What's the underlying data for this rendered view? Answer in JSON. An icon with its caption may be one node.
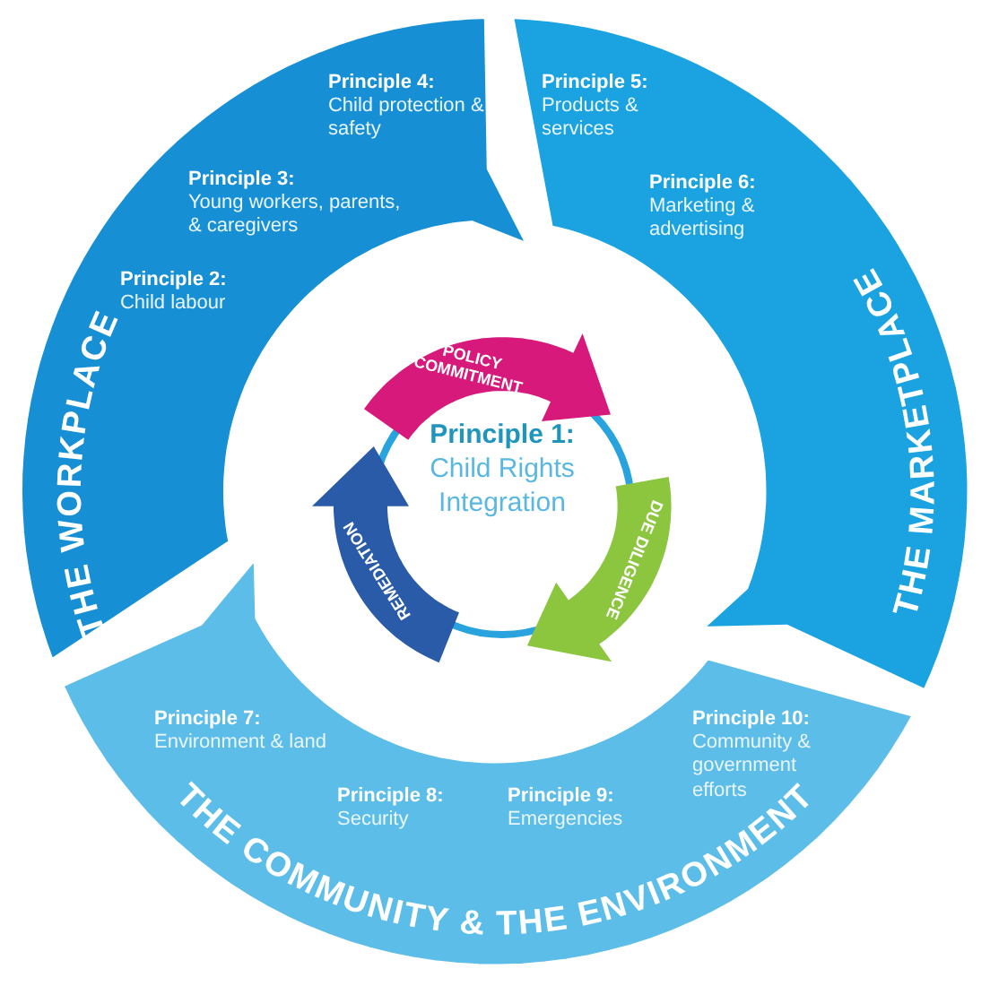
{
  "diagram": {
    "nodes": [
      {
        "text": [
          "THE WORKPLACE",
          "**Principle 4:** Child protection & safety",
          "**Principle 3:** Young workers, parents, & caregivers",
          "**Principle 2:** Child labour"
        ]
      },
      {
        "text": [
          "THE MARKETPLACE",
          "**Principle 5:** Products & services",
          "**Principle 6:** Marketing & advertising"
        ]
      },
      {
        "text": [
          "**Principle 7:** Environment & land",
          "**Principle 10:** Community & government efforts",
          "**Principle 8:** Security",
          "**Principle 9:** Emergencies",
          "THE COMMUNITY & THE ENVIRONMENT"
        ]
      },
      {
        "text": [
          "**Principle 1:** Child Rights Integration"
        ]
      },
      {
        "text": [
          "POLICY COMMITMENT"
        ]
      },
      {
        "text": [
          "DUE DILIGENCE"
        ]
      },
      {
        "text": [
          "REMEDIATION"
        ]
      }
    ]
  }
}
